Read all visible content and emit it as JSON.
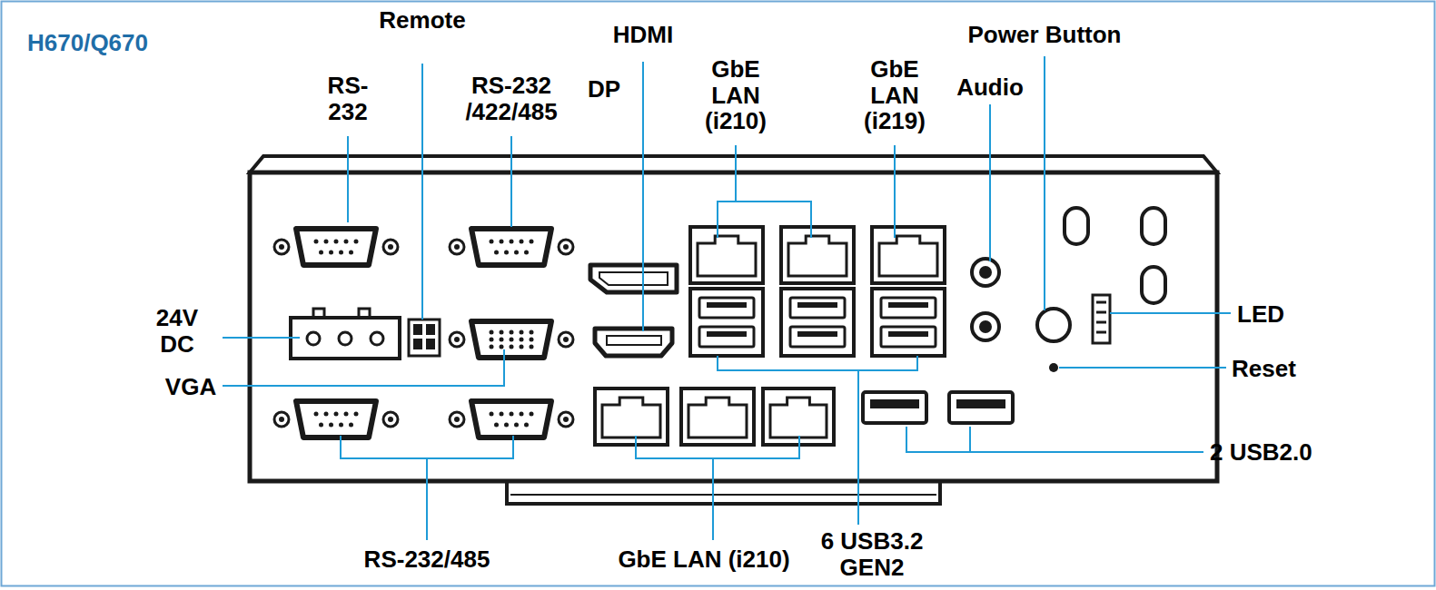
{
  "diagram": {
    "title": "H670/Q670",
    "labels": [
      "RS-232",
      "Remote",
      "RS-232 /422/485",
      "DP",
      "HDMI",
      "GbE LAN (i210)",
      "GbE LAN (i219)",
      "Audio",
      "Power Button",
      "24V DC",
      "VGA",
      "LED",
      "Reset",
      "2 USB2.0",
      "RS-232/485",
      "GbE LAN (i210)",
      "6 USB3.2 GEN2"
    ]
  }
}
